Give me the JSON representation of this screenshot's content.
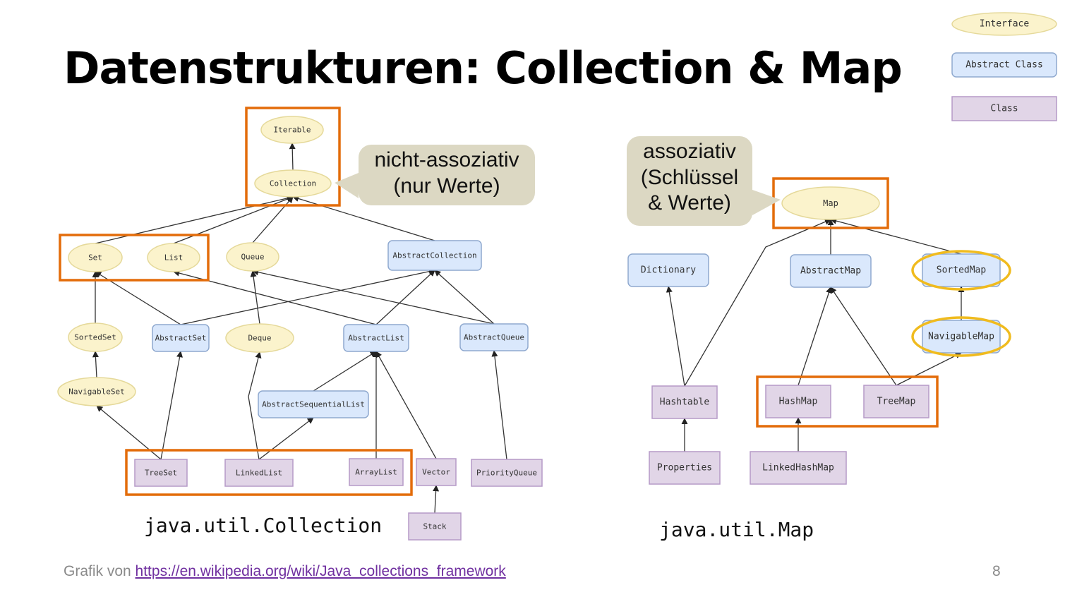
{
  "slide": {
    "title": "Datenstrukturen: Collection & Map",
    "page_number": "8",
    "footer": {
      "prefix": "Grafik von",
      "link_text": "https://en.wikipedia.org/wiki/Java_collections_framework"
    }
  },
  "colors": {
    "interface_fill": "#fbf3cc",
    "interface_stroke": "#e5d99a",
    "abstract_fill": "#dae8fc",
    "abstract_stroke": "#8fa9cf",
    "class_fill": "#e1d5e7",
    "class_stroke": "#b59ac7",
    "highlight_orange": "#e36c0a",
    "highlight_yellow": "#f0bb1e",
    "edge": "#333333",
    "callout_bg": "#dcd8c3"
  },
  "legend": [
    {
      "kind": "interface",
      "label": "Interface"
    },
    {
      "kind": "abstract",
      "label": "Abstract Class"
    },
    {
      "kind": "class",
      "label": "Class"
    }
  ],
  "callouts": {
    "collection": [
      "nicht-assoziativ",
      "(nur Werte)"
    ],
    "map": [
      "assoziativ",
      "(Schlüssel",
      "& Werte)"
    ]
  },
  "packages": {
    "collection": "java.util.Collection",
    "map": "java.util.Map"
  },
  "diagrams": {
    "collection": {
      "nodes": [
        {
          "id": "Iterable",
          "kind": "interface"
        },
        {
          "id": "Collection",
          "kind": "interface",
          "highlight": "orange"
        },
        {
          "id": "Set",
          "kind": "interface",
          "highlight": "orange"
        },
        {
          "id": "List",
          "kind": "interface",
          "highlight": "orange"
        },
        {
          "id": "Queue",
          "kind": "interface"
        },
        {
          "id": "AbstractCollection",
          "kind": "abstract"
        },
        {
          "id": "SortedSet",
          "kind": "interface"
        },
        {
          "id": "AbstractSet",
          "kind": "abstract"
        },
        {
          "id": "Deque",
          "kind": "interface"
        },
        {
          "id": "AbstractList",
          "kind": "abstract"
        },
        {
          "id": "AbstractQueue",
          "kind": "abstract"
        },
        {
          "id": "NavigableSet",
          "kind": "interface"
        },
        {
          "id": "AbstractSequentialList",
          "kind": "abstract"
        },
        {
          "id": "TreeSet",
          "kind": "class",
          "highlight": "orange"
        },
        {
          "id": "LinkedList",
          "kind": "class",
          "highlight": "orange"
        },
        {
          "id": "ArrayList",
          "kind": "class",
          "highlight": "orange"
        },
        {
          "id": "Vector",
          "kind": "class"
        },
        {
          "id": "PriorityQueue",
          "kind": "class"
        },
        {
          "id": "Stack",
          "kind": "class"
        }
      ],
      "edges": [
        [
          "Collection",
          "Iterable"
        ],
        [
          "Set",
          "Collection"
        ],
        [
          "List",
          "Collection"
        ],
        [
          "Queue",
          "Collection"
        ],
        [
          "AbstractCollection",
          "Collection"
        ],
        [
          "SortedSet",
          "Set"
        ],
        [
          "AbstractSet",
          "Set"
        ],
        [
          "AbstractSet",
          "AbstractCollection"
        ],
        [
          "Deque",
          "Queue"
        ],
        [
          "AbstractList",
          "List"
        ],
        [
          "AbstractList",
          "AbstractCollection"
        ],
        [
          "AbstractQueue",
          "Queue"
        ],
        [
          "AbstractQueue",
          "AbstractCollection"
        ],
        [
          "NavigableSet",
          "SortedSet"
        ],
        [
          "AbstractSequentialList",
          "AbstractList"
        ],
        [
          "TreeSet",
          "NavigableSet"
        ],
        [
          "TreeSet",
          "AbstractSet"
        ],
        [
          "LinkedList",
          "Deque"
        ],
        [
          "LinkedList",
          "AbstractSequentialList"
        ],
        [
          "ArrayList",
          "AbstractList"
        ],
        [
          "Vector",
          "AbstractList"
        ],
        [
          "PriorityQueue",
          "AbstractQueue"
        ],
        [
          "Stack",
          "Vector"
        ]
      ],
      "highlight_groups": [
        [
          "Iterable",
          "Collection"
        ],
        [
          "Set",
          "List"
        ],
        [
          "TreeSet",
          "LinkedList",
          "ArrayList"
        ]
      ]
    },
    "map": {
      "nodes": [
        {
          "id": "Map",
          "kind": "interface",
          "highlight": "orange"
        },
        {
          "id": "Dictionary",
          "kind": "abstract"
        },
        {
          "id": "AbstractMap",
          "kind": "abstract"
        },
        {
          "id": "SortedMap",
          "kind": "abstract",
          "highlight": "yellow"
        },
        {
          "id": "NavigableMap",
          "kind": "abstract",
          "highlight": "yellow"
        },
        {
          "id": "Hashtable",
          "kind": "class"
        },
        {
          "id": "HashMap",
          "kind": "class",
          "highlight": "orange"
        },
        {
          "id": "TreeMap",
          "kind": "class",
          "highlight": "orange"
        },
        {
          "id": "Properties",
          "kind": "class"
        },
        {
          "id": "LinkedHashMap",
          "kind": "class"
        }
      ],
      "edges": [
        [
          "AbstractMap",
          "Map"
        ],
        [
          "SortedMap",
          "Map"
        ],
        [
          "Hashtable",
          "Map"
        ],
        [
          "Hashtable",
          "Dictionary"
        ],
        [
          "NavigableMap",
          "SortedMap"
        ],
        [
          "HashMap",
          "AbstractMap"
        ],
        [
          "TreeMap",
          "AbstractMap"
        ],
        [
          "TreeMap",
          "NavigableMap"
        ],
        [
          "Properties",
          "Hashtable"
        ],
        [
          "LinkedHashMap",
          "HashMap"
        ]
      ],
      "highlight_groups": [
        [
          "Map"
        ],
        [
          "HashMap",
          "TreeMap"
        ]
      ]
    }
  }
}
